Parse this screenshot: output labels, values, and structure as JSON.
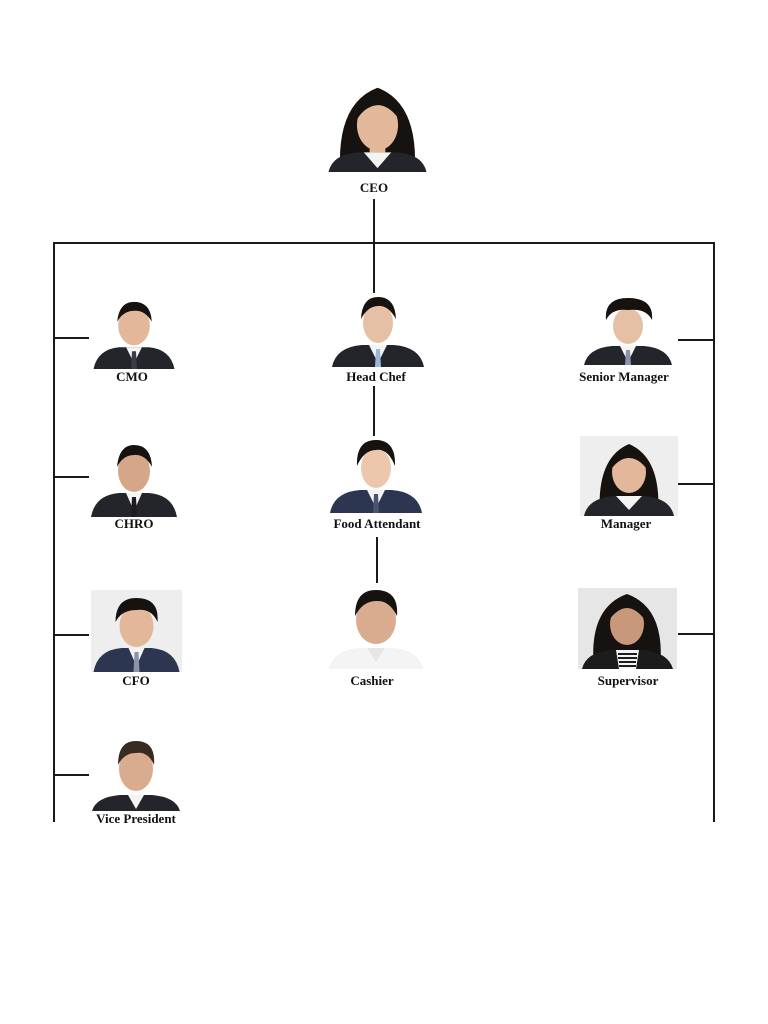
{
  "org_chart": {
    "top": {
      "label": "CEO",
      "photo": "ceo-portrait"
    },
    "left_column": [
      {
        "label": "CMO",
        "photo": "cmo-portrait"
      },
      {
        "label": "CHRO",
        "photo": "chro-portrait"
      },
      {
        "label": "CFO",
        "photo": "cfo-portrait"
      },
      {
        "label": "Vice President",
        "photo": "vice-president-portrait"
      }
    ],
    "center_column": [
      {
        "label": "Head Chef",
        "photo": "head-chef-portrait"
      },
      {
        "label": "Food Attendant",
        "photo": "food-attendant-portrait"
      },
      {
        "label": "Cashier",
        "photo": "cashier-portrait"
      }
    ],
    "right_column": [
      {
        "label": "Senior Manager",
        "photo": "senior-manager-portrait"
      },
      {
        "label": "Manager",
        "photo": "manager-portrait"
      },
      {
        "label": "Supervisor",
        "photo": "supervisor-portrait"
      }
    ]
  },
  "colors": {
    "line": "#1a1a1a",
    "suit_dark": "#23252b",
    "suit_navy": "#2c3650",
    "skin": "#e2b79a",
    "hair": "#16120f",
    "shirt": "#f4f4f4",
    "tie": "#8a93a8"
  }
}
